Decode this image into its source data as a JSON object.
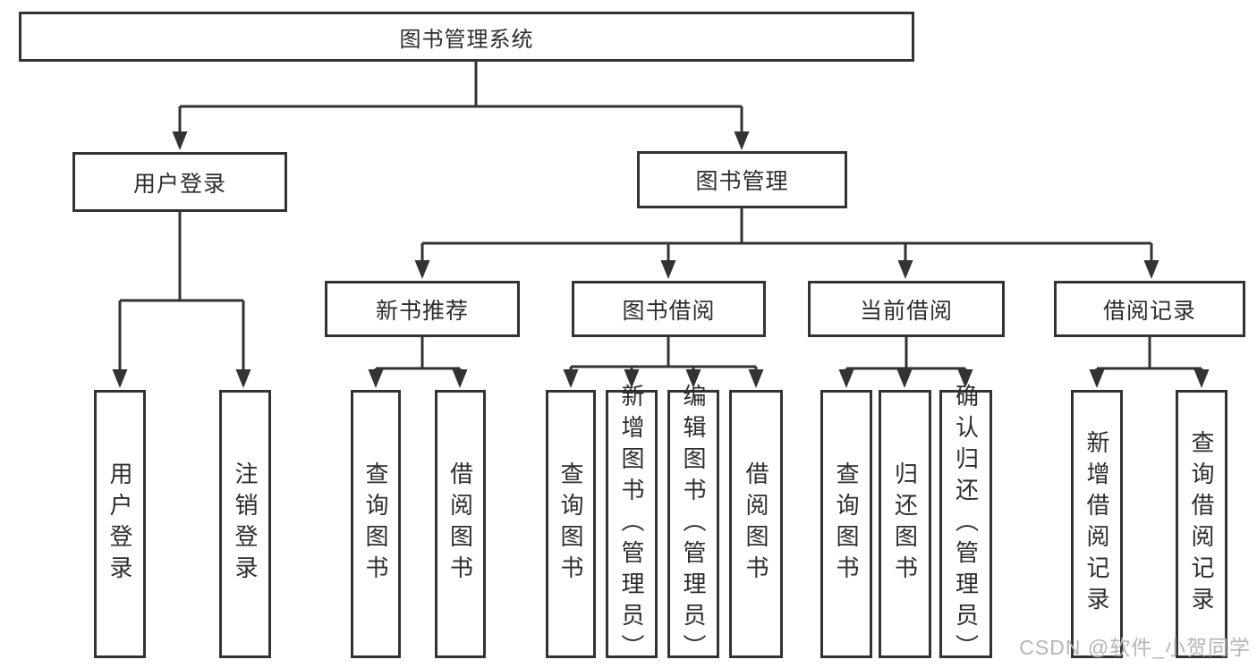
{
  "diagram": {
    "tree": {
      "root": {
        "label": "图书管理系统"
      },
      "children": [
        {
          "label": "用户登录",
          "children": [
            {
              "label": "用户登录"
            },
            {
              "label": "注销登录"
            }
          ]
        },
        {
          "label": "图书管理",
          "children": [
            {
              "label": "新书推荐",
              "children": [
                {
                  "label": "查询图书"
                },
                {
                  "label": "借阅图书"
                }
              ]
            },
            {
              "label": "图书借阅",
              "children": [
                {
                  "label": "查询图书"
                },
                {
                  "label": "新增图书（管理员）"
                },
                {
                  "label": "编辑图书（管理员）"
                },
                {
                  "label": "借阅图书"
                }
              ]
            },
            {
              "label": "当前借阅",
              "children": [
                {
                  "label": "查询图书"
                },
                {
                  "label": "归还图书"
                },
                {
                  "label": "确认归还（管理员）"
                }
              ]
            },
            {
              "label": "借阅记录",
              "children": [
                {
                  "label": "新增借阅记录"
                },
                {
                  "label": "查询借阅记录"
                }
              ]
            }
          ]
        }
      ]
    },
    "colors": {
      "line": "#333333",
      "box_border": "#333333",
      "text": "#2d2d2d",
      "watermark_text": "#b5b5b5",
      "background": "#ffffff"
    }
  },
  "watermark": {
    "text": "CSDN @软件_小贺同学"
  }
}
